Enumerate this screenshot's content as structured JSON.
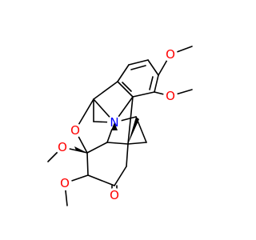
{
  "molecule": {
    "atoms": {
      "o_methoxy_top": {
        "text": "O",
        "color": "#ff0000"
      },
      "o_methoxy_right": {
        "text": "O",
        "color": "#ff0000"
      },
      "o_ether_bridge": {
        "text": "O",
        "color": "#ff0000"
      },
      "n_amine": {
        "text": "N",
        "color": "#0000ff"
      },
      "o_methoxy_left": {
        "text": "O",
        "color": "#ff0000"
      },
      "o_methoxy_lower": {
        "text": "O",
        "color": "#ff0000"
      },
      "o_ketone": {
        "text": "O",
        "color": "#ff0000"
      }
    }
  }
}
